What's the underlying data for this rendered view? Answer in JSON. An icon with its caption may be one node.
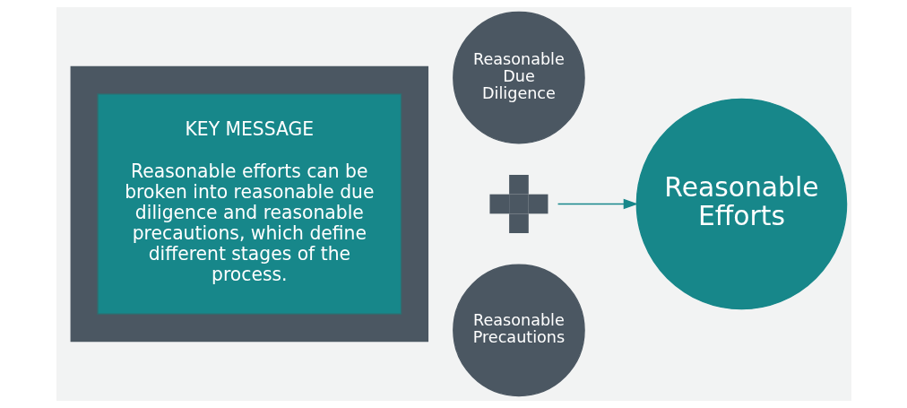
{
  "diagram": {
    "nodes": [
      {
        "text": [],
        "shape": "box"
      },
      {
        "text": [
          "KEY MESSAGE",
          "Reasonable efforts can be broken into reasonable due diligence and reasonable precautions, which define different stages of the process."
        ],
        "in": 0
      },
      {
        "text": [
          "Reasonable Due Diligence"
        ]
      },
      {
        "text": [],
        "shape": "plus"
      },
      {
        "text": [
          "Reasonable Precautions"
        ]
      },
      {
        "text": [
          "Reasonable Efforts"
        ]
      }
    ],
    "edges": [
      {
        "from": 3,
        "to": 5,
        "arrow": "to",
        "color": "#17878a"
      }
    ]
  }
}
